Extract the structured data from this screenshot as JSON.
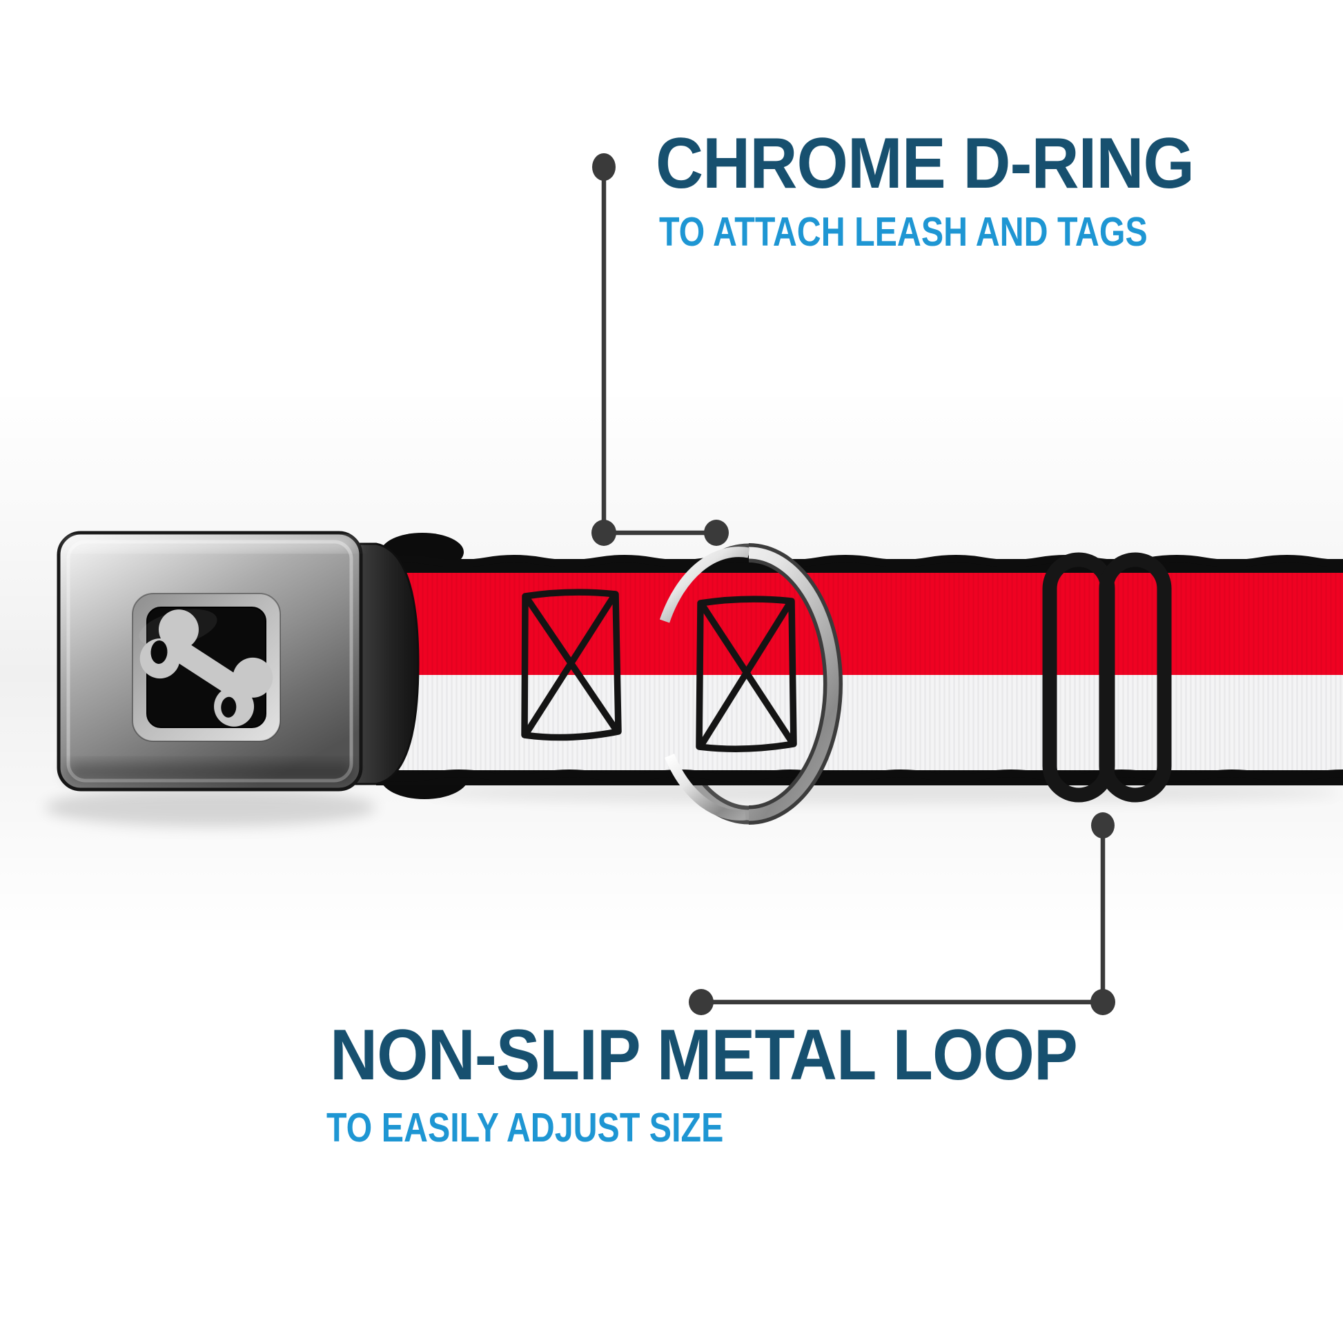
{
  "callouts": {
    "top": {
      "title": "CHROME D-RING",
      "subtitle": "TO ATTACH LEASH AND TAGS"
    },
    "bottom": {
      "title": "NON-SLIP METAL LOOP",
      "subtitle": "TO EASILY ADJUST SIZE"
    }
  },
  "hardware_icons": {
    "buckle": "seatbelt-buckle-icon",
    "buckle_logo": "dog-bone-icon",
    "d_ring": "chrome-d-ring-icon",
    "adjuster": "metal-slide-loop-icon",
    "strap": "red-white-striped-webbing",
    "stitches": "box-x-stitch"
  },
  "colors": {
    "title_navy": "#17506F",
    "subtitle_blue": "#1E96D3",
    "collar_red": "#EF0222",
    "collar_white": "#F4F4F5",
    "webbing_black": "#0D0D0D",
    "callout_gray": "#3A3A3A",
    "adjuster_black": "#161616",
    "stitch_black": "#141414",
    "bone_gray": "#C8C8C8"
  }
}
